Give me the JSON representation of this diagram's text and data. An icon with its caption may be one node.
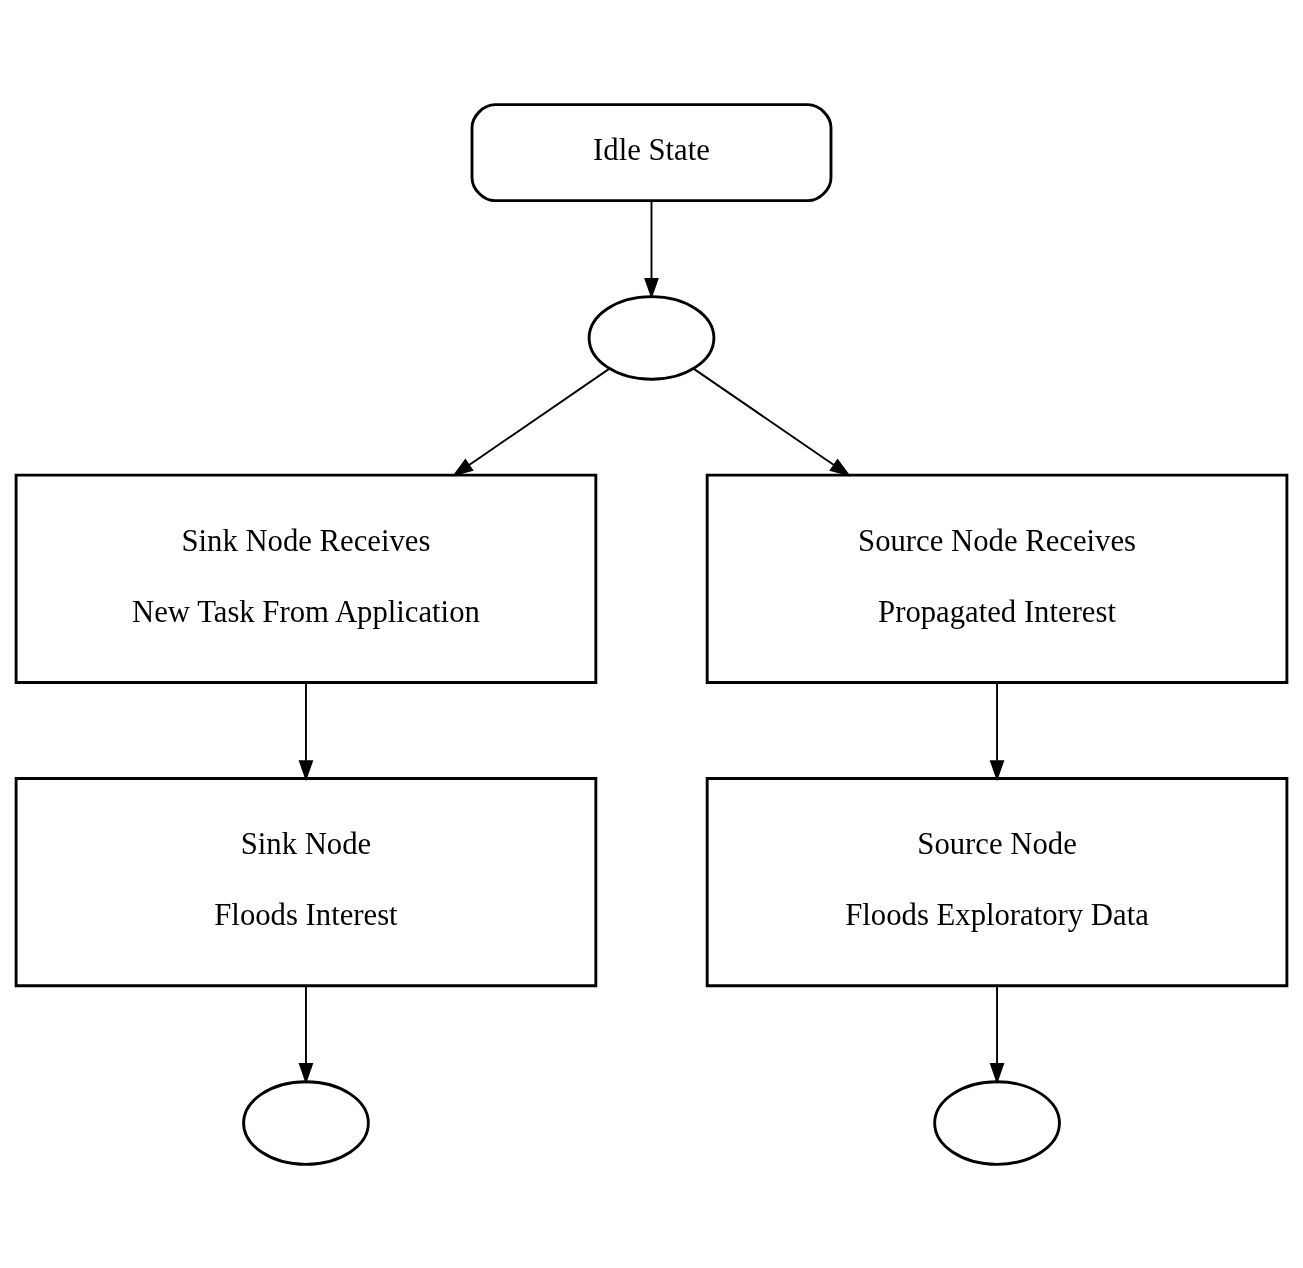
{
  "diagram": {
    "nodes": [
      {
        "text": [
          "Idle State"
        ]
      },
      {
        "text": [],
        "shape": "circle"
      },
      {
        "text": [
          "Sink Node Receives",
          "New Task From Application"
        ]
      },
      {
        "text": [
          "Source Node Receives",
          "Propagated Interest"
        ]
      },
      {
        "text": [
          "Sink Node",
          "Floods Interest"
        ]
      },
      {
        "text": [
          "Source Node",
          "Floods Exploratory Data"
        ]
      },
      {
        "text": [],
        "shape": "circle"
      },
      {
        "text": [],
        "shape": "circle"
      }
    ],
    "edges": [
      {
        "from": 0,
        "to": 1,
        "arrow": "to"
      },
      {
        "from": 1,
        "to": 2,
        "arrow": "to"
      },
      {
        "from": 1,
        "to": 3,
        "arrow": "to"
      },
      {
        "from": 2,
        "to": 4,
        "arrow": "to"
      },
      {
        "from": 3,
        "to": 5,
        "arrow": "to"
      },
      {
        "from": 4,
        "to": 6,
        "arrow": "to"
      },
      {
        "from": 5,
        "to": 7,
        "arrow": "to"
      }
    ]
  }
}
